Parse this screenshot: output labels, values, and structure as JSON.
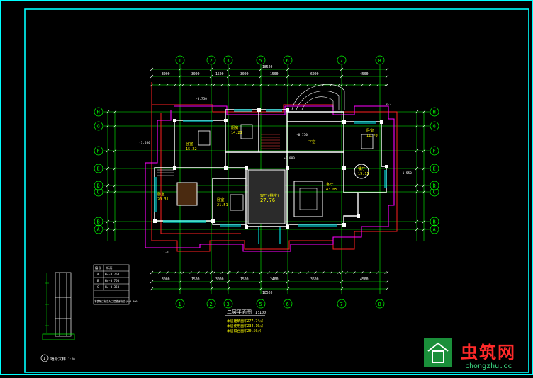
{
  "colors": {
    "background": "#000000",
    "border": "#00ffff",
    "grid": "#00ff00",
    "wall": "#ffffff",
    "column": "#ffffff",
    "outline_red": "#ff2020",
    "outline_magenta": "#ff00ff",
    "text_yellow": "#ffff00",
    "text_white": "#ffffff",
    "window": "#00ffff"
  },
  "axes_top": [
    "1",
    "2",
    "3",
    "5",
    "6",
    "7",
    "8"
  ],
  "axes_bottom": [
    "1",
    "2",
    "3",
    "5",
    "6",
    "7",
    "8"
  ],
  "axes_side": [
    "H",
    "G",
    "F",
    "E",
    "D",
    "C",
    "B",
    "A"
  ],
  "dims_top": {
    "total": "18520",
    "row2": [
      "3000",
      "3000",
      "1500",
      "3000",
      "1500",
      "6000",
      "4500"
    ]
  },
  "dims_bottom": {
    "total": "18520",
    "row1": [
      "3000",
      "1500",
      "3000",
      "1500",
      "2400",
      "3600",
      "4500"
    ]
  },
  "rooms": [
    {
      "id": "bed_nw",
      "name": "卧室",
      "area": "15.22"
    },
    {
      "id": "kitchen_top",
      "name": "厨房",
      "area": "14.23"
    },
    {
      "id": "void",
      "name": "下空",
      "area": ""
    },
    {
      "id": "bed_ne",
      "name": "卧室",
      "area": "11.70"
    },
    {
      "id": "dining",
      "name": "餐厅",
      "area": "19.15"
    },
    {
      "id": "bed_w",
      "name": "卧室",
      "area": "20.31"
    },
    {
      "id": "bed_c",
      "name": "卧室",
      "area": "21.51"
    },
    {
      "id": "living",
      "name": "客厅(挑空)",
      "area": "27.76"
    },
    {
      "id": "hall",
      "name": "客厅",
      "area": "43.05"
    }
  ],
  "levels": [
    "-0.750",
    "-1.550",
    "±0.000",
    "-1.550",
    "-0.750"
  ],
  "drawing_title": "二层平面图",
  "drawing_scale": "1:100",
  "notes": [
    "本层建筑面积277.74㎡",
    "本层使用面积234.10㎡",
    "本层阳台面积20.50㎡"
  ],
  "table": {
    "header": [
      "编号",
      "标高"
    ],
    "rows": [
      [
        "A",
        "H=-0.750"
      ],
      [
        "B",
        "H=-0.750"
      ],
      [
        "C",
        "H=-0.350"
      ]
    ],
    "footer": "本表所注标高为二层楼面标高(H=3.300)"
  },
  "detail_title": "墙身大样",
  "detail_scale": "1:20",
  "detail_number": "1",
  "section_marks": [
    "3-3",
    "1-1"
  ],
  "watermark": {
    "cn": "虫筑网",
    "url": "chongzhu.cc"
  }
}
